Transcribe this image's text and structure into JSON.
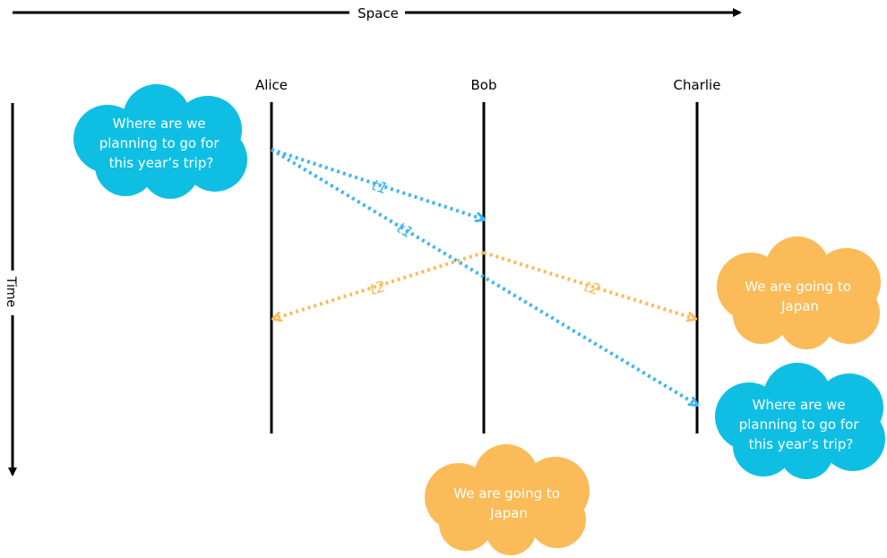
{
  "axes": {
    "space_label": "Space",
    "time_label": "Time"
  },
  "actors": [
    {
      "name": "Alice"
    },
    {
      "name": "Bob"
    },
    {
      "name": "Charlie"
    }
  ],
  "messages": [
    {
      "label": "t1",
      "color": "#3fb5f1"
    },
    {
      "label": "t1",
      "color": "#3fb5f1"
    },
    {
      "label": "t2",
      "color": "#fbbb58"
    },
    {
      "label": "t2",
      "color": "#fbbb58"
    }
  ],
  "clouds": [
    {
      "lines": [
        "Where are we",
        "planning to go for",
        "this year’s trip?"
      ],
      "color": "#0fbfe3"
    },
    {
      "lines": [
        "We are going to",
        "Japan"
      ],
      "color": "#fbbb58"
    },
    {
      "lines": [
        "Where are we",
        "planning to go for",
        "this year’s trip?"
      ],
      "color": "#0fbfe3"
    },
    {
      "lines": [
        "We are going to",
        "Japan"
      ],
      "color": "#fbbb58"
    }
  ],
  "colors": {
    "line": "#000000",
    "question": "#0fbfe3",
    "answer": "#fbbb58",
    "message_blue": "#3fb5f1",
    "message_orange": "#fbbb58",
    "cloud_text": "#ffffff"
  }
}
